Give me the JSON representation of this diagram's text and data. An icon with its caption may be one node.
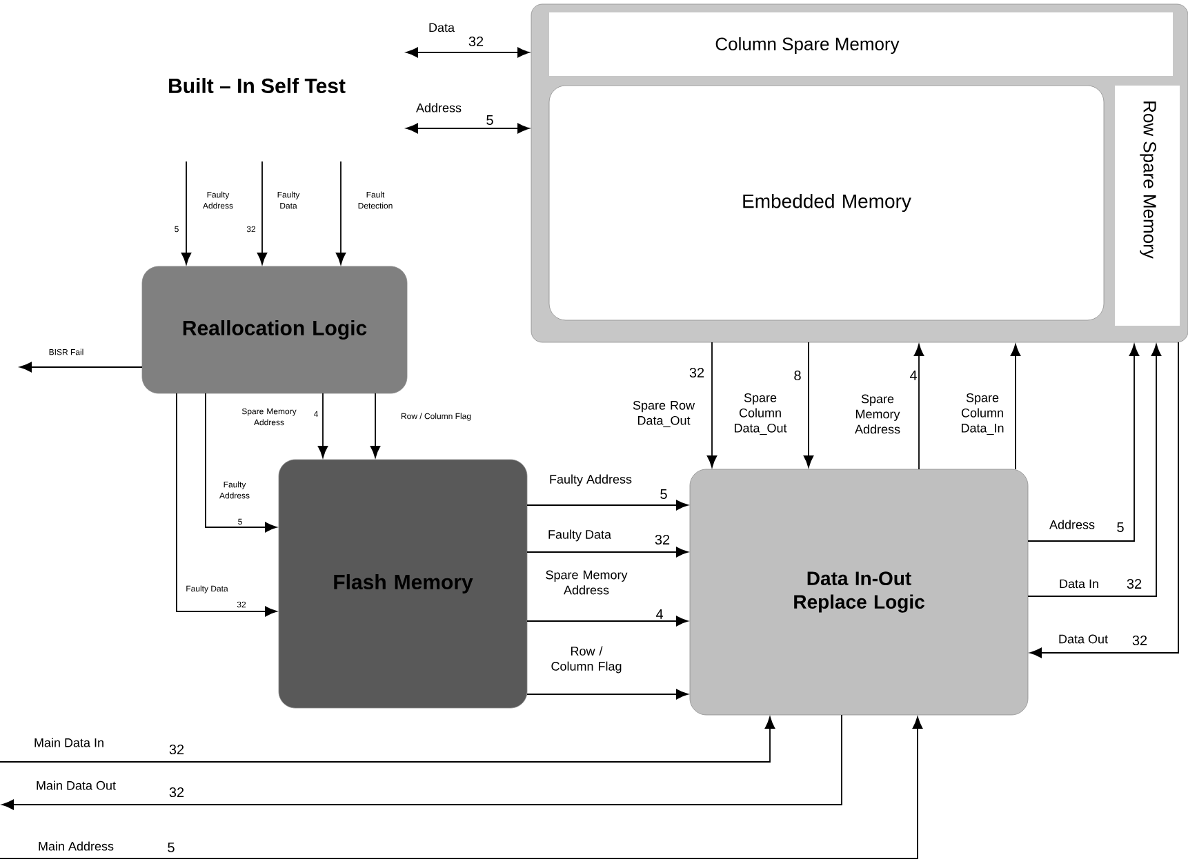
{
  "diagram": {
    "title": "Built – In Self Test",
    "nodes": [
      {
        "text": [
          "Column Spare Memory",
          "Row Spare Memory"
        ]
      },
      {
        "text": [
          "Embedded Memory"
        ],
        "in": 0
      },
      {
        "text": [
          "Reallocation Logic"
        ]
      },
      {
        "text": [
          "Flash Memory"
        ]
      },
      {
        "text": [
          "Data In-Out Replace Logic"
        ]
      }
    ],
    "edges": [
      {
        "from": null,
        "to": 0,
        "arrow": "both",
        "label": "Data"
      },
      {
        "from": null,
        "to": 0,
        "arrow": "both",
        "label": "Address"
      },
      {
        "from": null,
        "to": 2,
        "arrow": "to",
        "label": "Faulty Address"
      },
      {
        "from": null,
        "to": 2,
        "arrow": "to",
        "label": "Faulty Data"
      },
      {
        "from": null,
        "to": 2,
        "arrow": "to",
        "label": "Fault Detection"
      },
      {
        "from": 2,
        "to": null,
        "arrow": "to",
        "label": "BISR Fail"
      },
      {
        "from": 2,
        "to": 3,
        "arrow": "to",
        "label": "Spare Memory Address"
      },
      {
        "from": 2,
        "to": 3,
        "arrow": "to",
        "label": "Row / Column Flag"
      },
      {
        "from": 2,
        "to": 3,
        "arrow": "to",
        "label": "Faulty Address"
      },
      {
        "from": 2,
        "to": 3,
        "arrow": "to",
        "label": "Faulty Data"
      },
      {
        "from": 3,
        "to": 4,
        "arrow": "to",
        "label": "Faulty Address"
      },
      {
        "from": 3,
        "to": 4,
        "arrow": "to",
        "label": "Faulty Data"
      },
      {
        "from": 3,
        "to": 4,
        "arrow": "to",
        "label": "Spare Memory Address"
      },
      {
        "from": 3,
        "to": 4,
        "arrow": "to",
        "label": "Row / Column Flag"
      },
      {
        "from": 0,
        "to": 4,
        "arrow": "to",
        "label": "Spare Row Data_Out"
      },
      {
        "from": 0,
        "to": 4,
        "arrow": "to",
        "label": "Spare Column Data_Out"
      },
      {
        "from": 4,
        "to": 0,
        "arrow": "to",
        "label": "Spare Memory Address"
      },
      {
        "from": 4,
        "to": 0,
        "arrow": "to",
        "label": "Spare Column Data_In"
      },
      {
        "from": 4,
        "to": 0,
        "arrow": "to",
        "label": "Address"
      },
      {
        "from": 4,
        "to": 0,
        "arrow": "to",
        "label": "Data In"
      },
      {
        "from": 0,
        "to": 4,
        "arrow": "to",
        "label": "Data Out"
      },
      {
        "from": null,
        "to": 4,
        "arrow": "to",
        "label": "Main Data In"
      },
      {
        "from": 4,
        "to": null,
        "arrow": "to",
        "label": "Main Data Out"
      },
      {
        "from": null,
        "to": 4,
        "arrow": "to",
        "label": "Main Address"
      }
    ],
    "labels": [
      "32",
      "5",
      "5",
      "32",
      "4",
      "5",
      "32",
      "5",
      "32",
      "4",
      "32",
      "8",
      "4",
      "5",
      "32",
      "32",
      "32",
      "32",
      "5"
    ]
  }
}
